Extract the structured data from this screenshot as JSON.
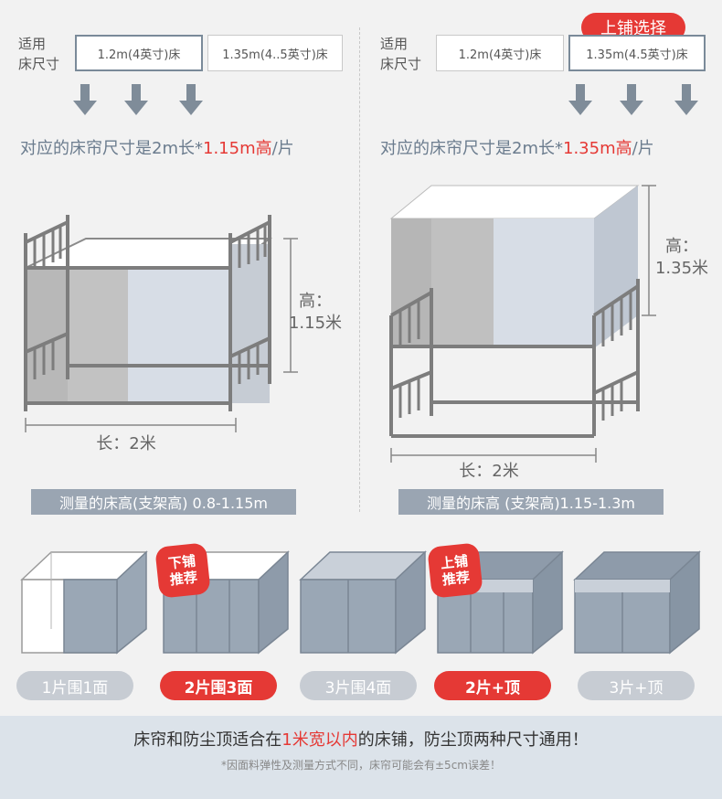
{
  "left": {
    "fit_label_line1": "适用",
    "fit_label_line2": "床尺寸",
    "size_a": "1.2m(4英寸)床",
    "size_b": "1.35m(4..5英寸)床",
    "curtain_prefix": "对应的床帘尺寸是2m长*",
    "curtain_highlight": "1.15m高",
    "curtain_suffix": "/片",
    "height_label": "高：",
    "height_value": "1.15米",
    "length_label": "长：2米",
    "measure_note": "测量的床高(支架高) 0.8-1.15m"
  },
  "right": {
    "badge": "上铺选择",
    "fit_label_line1": "适用",
    "fit_label_line2": "床尺寸",
    "size_a": "1.2m(4英寸)床",
    "size_b": "1.35m(4.5英寸)床",
    "curtain_prefix": "对应的床帘尺寸是2m长*",
    "curtain_highlight": "1.35m高",
    "curtain_suffix": "/片",
    "height_label": "高：",
    "height_value": "1.35米",
    "length_label": "长：2米",
    "measure_note": "测量的床高 (支架高)1.15-1.3m"
  },
  "options": [
    {
      "label": "1片围1面",
      "style": "gray"
    },
    {
      "label": "2片围3面",
      "style": "red",
      "badge_line1": "下铺",
      "badge_line2": "推荐"
    },
    {
      "label": "3片围4面",
      "style": "gray"
    },
    {
      "label": "2片+顶",
      "style": "red",
      "badge_line1": "上铺",
      "badge_line2": "推荐"
    },
    {
      "label": "3片+顶",
      "style": "gray"
    }
  ],
  "footer": {
    "main_prefix": "床帘和防尘顶适合在",
    "main_highlight": "1米宽以内",
    "main_suffix": "的床铺，防尘顶两种尺寸通用！",
    "note": "*因面料弹性及测量方式不同，床帘可能会有±5cm误差！"
  },
  "colors": {
    "accent_red": "#e53935",
    "frame_gray": "#7d7d7d",
    "curtain_gray": "#9aa7b5",
    "curtain_light": "#d9dee5",
    "measure_bar": "#9aa5b2"
  }
}
